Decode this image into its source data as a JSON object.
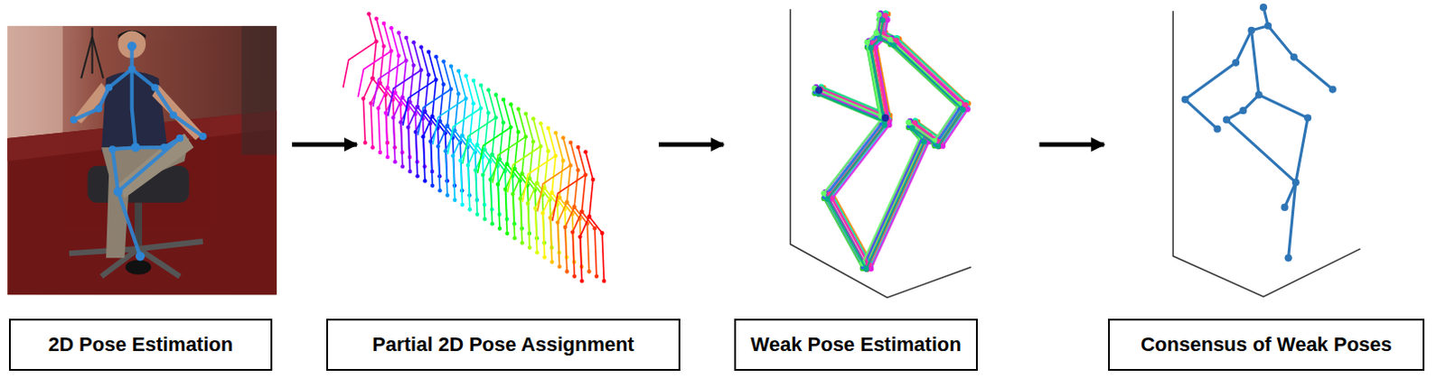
{
  "diagram": {
    "nodes": [
      {
        "text": [
          "2D Pose Estimation"
        ]
      },
      {
        "text": [
          "Partial 2D Pose Assignment"
        ]
      },
      {
        "text": [
          "Weak Pose Estimation"
        ]
      },
      {
        "text": [
          "Consensus of Weak Poses"
        ]
      }
    ],
    "edges": [
      {
        "from": 0,
        "to": 1,
        "arrow": "to"
      },
      {
        "from": 1,
        "to": 2,
        "arrow": "to"
      },
      {
        "from": 2,
        "to": 3,
        "arrow": "to"
      }
    ]
  }
}
